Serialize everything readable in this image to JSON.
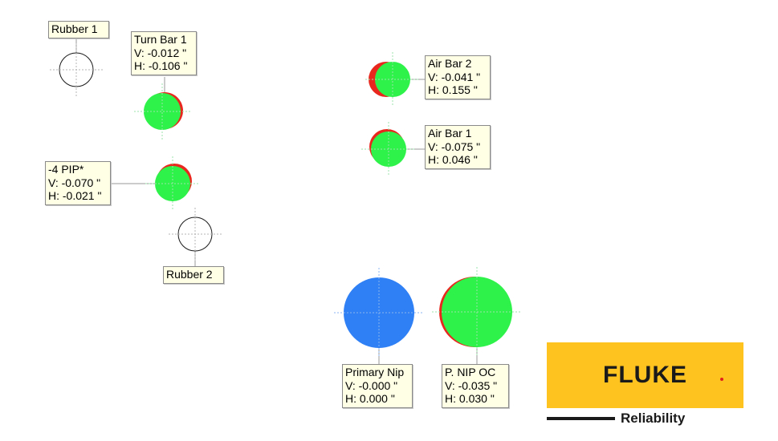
{
  "components": [
    {
      "id": "rubber-1",
      "name": "Rubber 1",
      "lines": [
        "Rubber 1"
      ],
      "kind": "reference"
    },
    {
      "id": "turn-bar-1",
      "name": "Turn Bar 1",
      "lines": [
        "Turn Bar 1",
        "V: -0.012 \"",
        "H: -0.106 \""
      ],
      "v": -0.012,
      "h": -0.106,
      "kind": "measured"
    },
    {
      "id": "pip-4",
      "name": "-4 PIP*",
      "lines": [
        "-4 PIP*",
        "V: -0.070 \"",
        "H: -0.021 \""
      ],
      "v": -0.07,
      "h": -0.021,
      "kind": "measured"
    },
    {
      "id": "rubber-2",
      "name": "Rubber 2",
      "lines": [
        "Rubber 2"
      ],
      "kind": "reference"
    },
    {
      "id": "air-bar-2",
      "name": "Air Bar 2",
      "lines": [
        "Air Bar 2",
        "V: -0.041 \"",
        "H: 0.155 \""
      ],
      "v": -0.041,
      "h": 0.155,
      "kind": "measured"
    },
    {
      "id": "air-bar-1",
      "name": "Air Bar 1",
      "lines": [
        "Air Bar 1",
        "V: -0.075 \"",
        "H: 0.046 \""
      ],
      "v": -0.075,
      "h": 0.046,
      "kind": "measured"
    },
    {
      "id": "primary-nip",
      "name": "Primary Nip",
      "lines": [
        "Primary Nip",
        "V: -0.000 \"",
        "H: 0.000 \""
      ],
      "v": 0.0,
      "h": 0.0,
      "kind": "master"
    },
    {
      "id": "p-nip-oc",
      "name": "P. NIP OC",
      "lines": [
        "P. NIP OC",
        "V: -0.035 \"",
        "H: 0.030 \""
      ],
      "v": -0.035,
      "h": 0.03,
      "kind": "measured"
    }
  ],
  "colors": {
    "measured": "#2ef24a",
    "offset": "#e8281e",
    "master": "#2f7ff5",
    "reference_stroke": "#1a1a1a",
    "crosshair": "#b4b4b4",
    "leader": "#9a9a9a",
    "label_bg": "#ffffe6"
  },
  "logo": {
    "wordmark": "FLUKE",
    "tagline": "Reliability",
    "brand_color": "#ffc31f",
    "accent_dot": "#e2211c"
  }
}
